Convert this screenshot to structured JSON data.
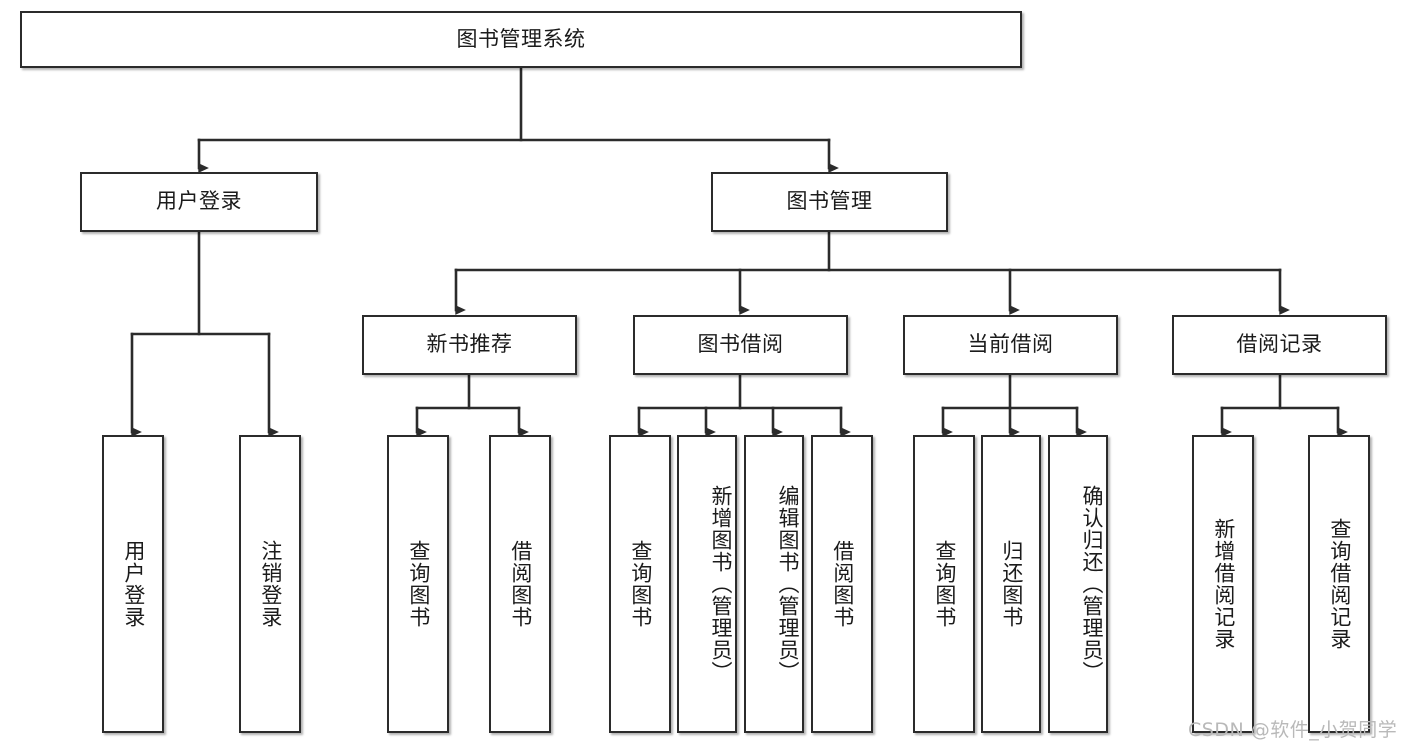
{
  "diagram": {
    "type": "tree",
    "title": "图书管理系统",
    "root": {
      "label": "图书管理系统"
    },
    "level2": [
      {
        "label": "用户登录"
      },
      {
        "label": "图书管理"
      }
    ],
    "level3": [
      {
        "label": "新书推荐"
      },
      {
        "label": "图书借阅"
      },
      {
        "label": "当前借阅"
      },
      {
        "label": "借阅记录"
      }
    ],
    "leaves": {
      "user_login": [
        {
          "label": "用户登录"
        },
        {
          "label": "注销登录"
        }
      ],
      "new_book_recommend": [
        {
          "label": "查询图书"
        },
        {
          "label": "借阅图书"
        }
      ],
      "book_borrow": [
        {
          "label": "查询图书"
        },
        {
          "label": "新增图书（管理员）"
        },
        {
          "label": "编辑图书（管理员）"
        },
        {
          "label": "借阅图书"
        }
      ],
      "current_borrow": [
        {
          "label": "查询图书"
        },
        {
          "label": "归还图书"
        },
        {
          "label": "确认归还（管理员）"
        }
      ],
      "borrow_record": [
        {
          "label": "新增借阅记录"
        },
        {
          "label": "查询借阅记录"
        }
      ]
    }
  },
  "watermark": {
    "text": "CSDN @软件_小贺同学"
  },
  "colors": {
    "stroke": "#2b2b2b",
    "background": "#ffffff",
    "text": "#1b1b1b",
    "watermark": "#b9b9b9"
  }
}
